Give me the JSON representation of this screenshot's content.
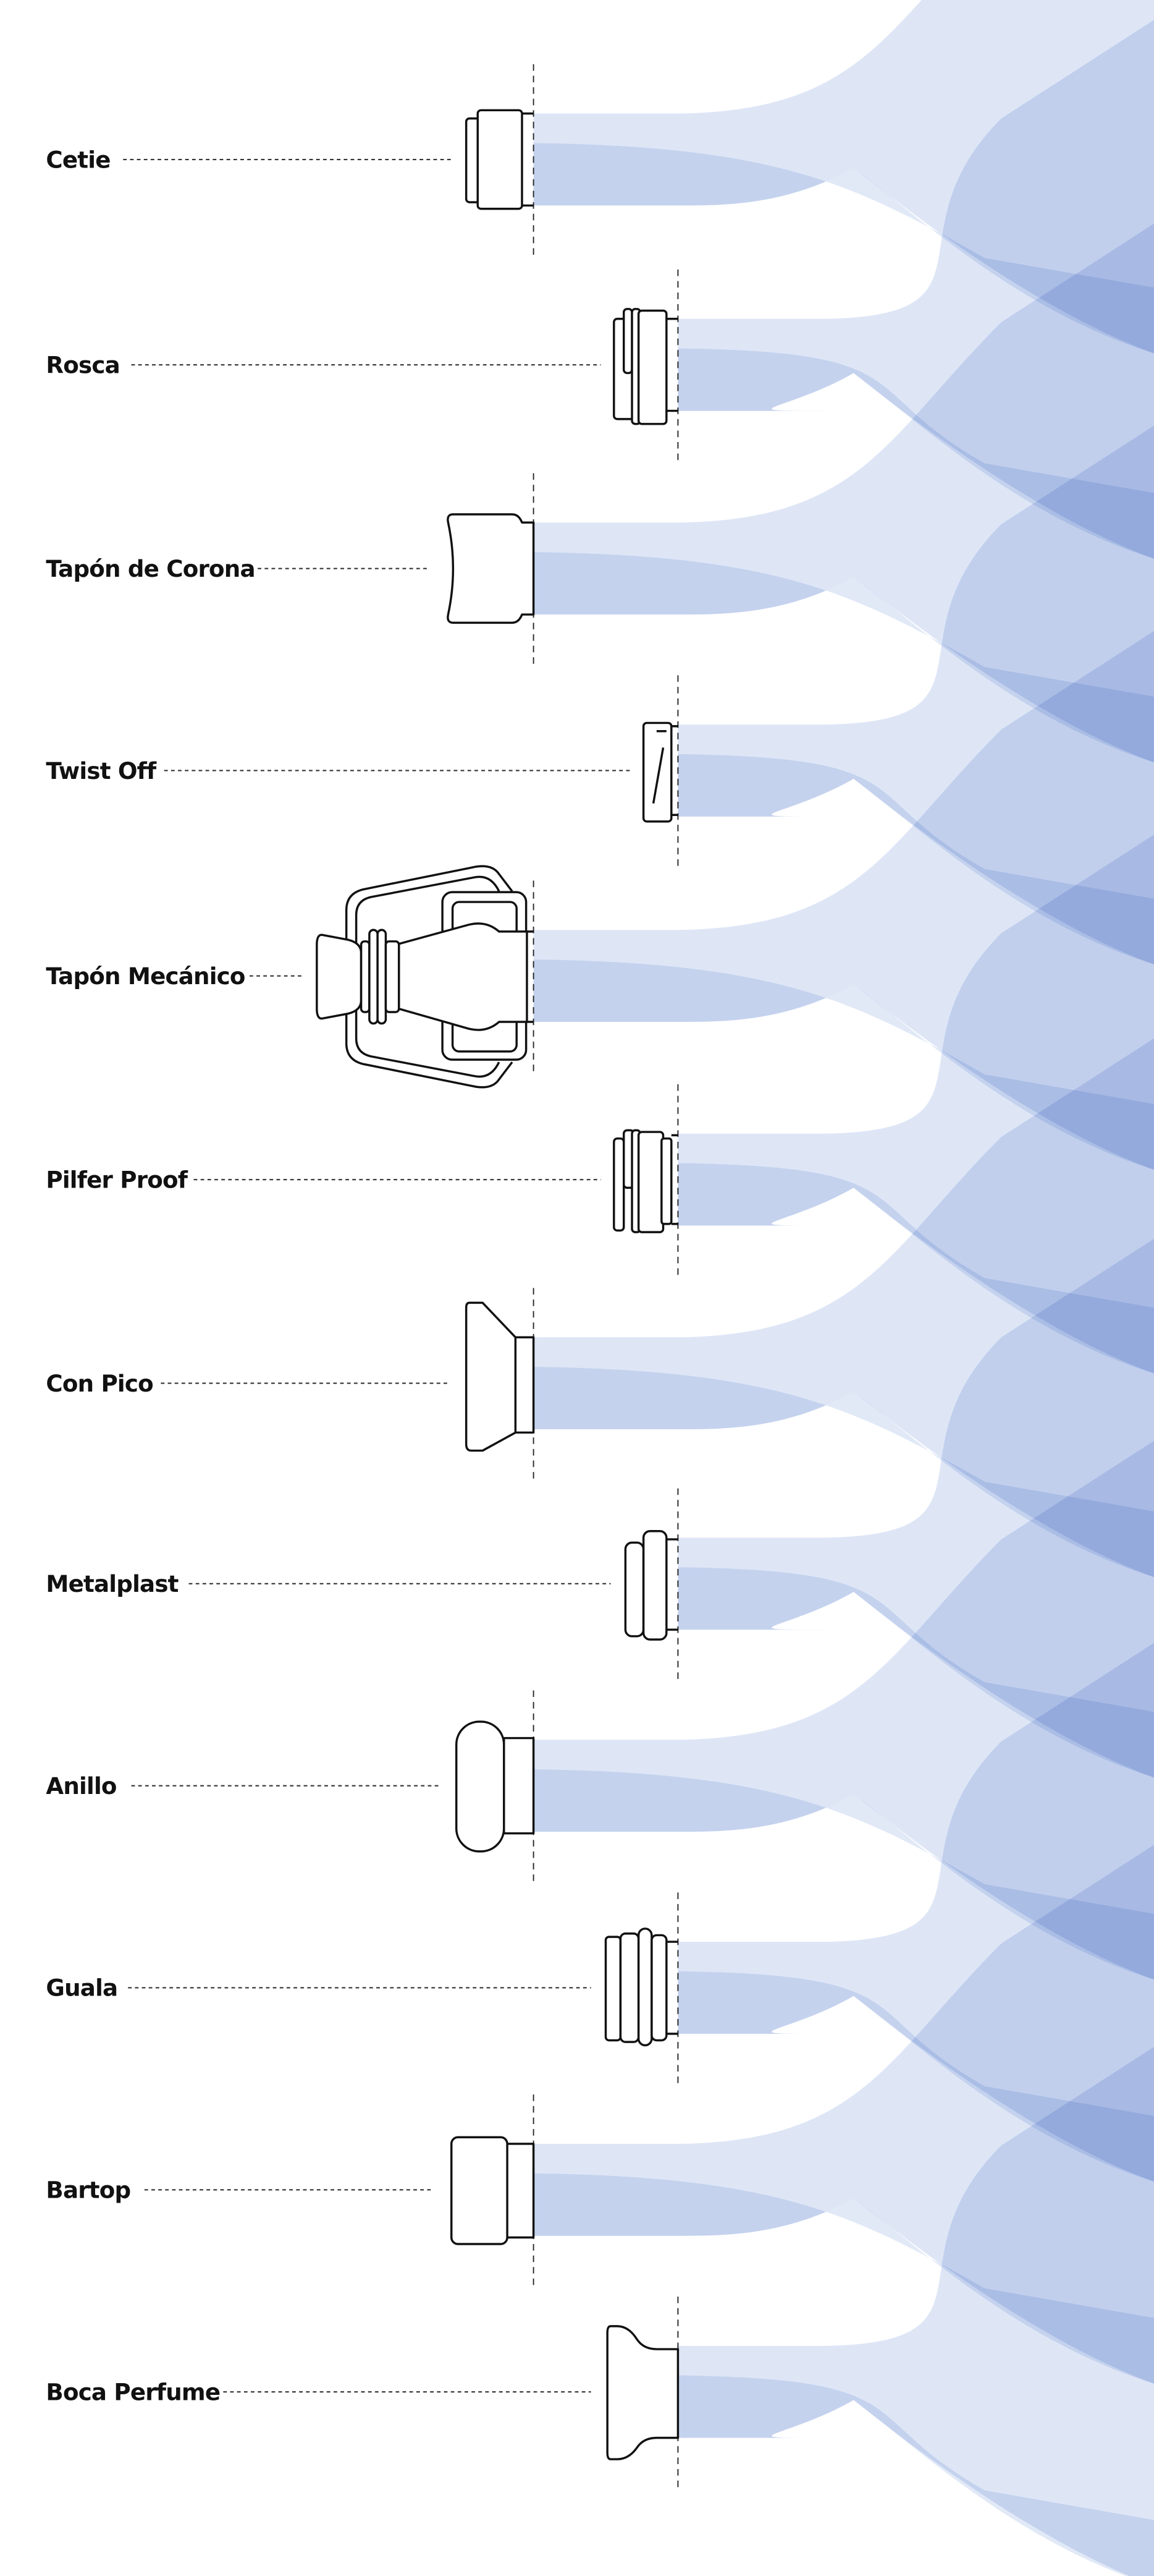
{
  "title": "Tipos de boca de botella",
  "colors": {
    "ribbon_light": "#dce4f4",
    "ribbon_dark": "#c7d6ef",
    "stroke": "#111111"
  },
  "items": [
    {
      "label": "Cetie",
      "icon": "cetie-finish-icon"
    },
    {
      "label": "Rosca",
      "icon": "screw-finish-icon"
    },
    {
      "label": "Tapón de Corona",
      "icon": "crown-cap-finish-icon"
    },
    {
      "label": "Twist Off",
      "icon": "twist-off-finish-icon"
    },
    {
      "label": "Tapón Mecánico",
      "icon": "swing-top-finish-icon"
    },
    {
      "label": "Pilfer Proof",
      "icon": "pilfer-proof-finish-icon"
    },
    {
      "label": "Con Pico",
      "icon": "spout-finish-icon"
    },
    {
      "label": "Metalplast",
      "icon": "metalplast-finish-icon"
    },
    {
      "label": "Anillo",
      "icon": "ring-finish-icon"
    },
    {
      "label": "Guala",
      "icon": "guala-finish-icon"
    },
    {
      "label": "Bartop",
      "icon": "bartop-finish-icon"
    },
    {
      "label": "Boca Perfume",
      "icon": "perfume-finish-icon"
    }
  ]
}
